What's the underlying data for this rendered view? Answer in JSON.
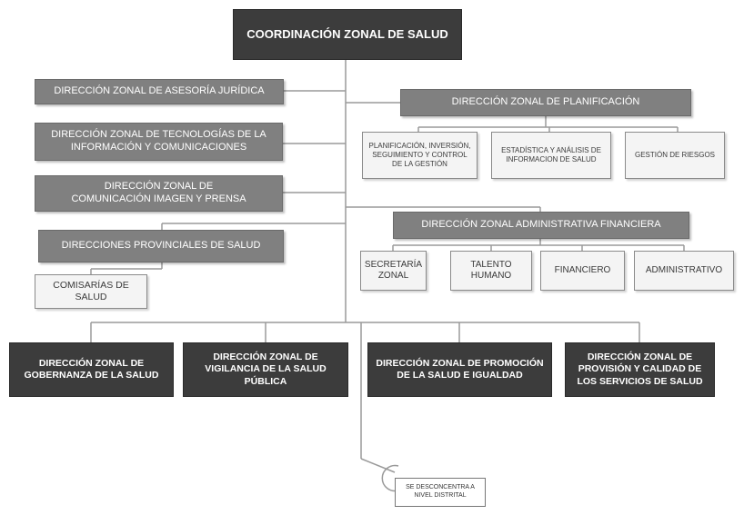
{
  "org_chart": {
    "root": "COORDINACIÓN ZONAL DE SALUD",
    "left_column": {
      "asesoria": "DIRECCIÓN ZONAL DE ASESORÍA JURÍDICA",
      "tecnologias": "DIRECCIÓN ZONAL DE TECNOLOGÍAS DE LA INFORMACIÓN Y COMUNICACIONES",
      "comunicacion": "DIRECCIÓN ZONAL DE COMUNICACIÓN IMAGEN Y PRENSA",
      "provinciales": "DIRECCIONES PROVINCIALES DE SALUD",
      "comisarias": "COMISARÍAS DE SALUD"
    },
    "planificacion": {
      "title": "DIRECCIÓN ZONAL DE PLANIFICACIÓN",
      "units": [
        "PLANIFICACIÓN, INVERSIÓN, SEGUIMIENTO Y CONTROL DE LA GESTIÓN",
        "ESTADÍSTICA Y ANÁLISIS DE INFORMACION DE SALUD",
        "GESTIÓN DE RIESGOS"
      ]
    },
    "administrativa": {
      "title": "DIRECCIÓN ZONAL ADMINISTRATIVA FINANCIERA",
      "units": [
        "SECRETARÍA ZONAL",
        "TALENTO HUMANO",
        "FINANCIERO",
        "ADMINISTRATIVO"
      ]
    },
    "bottom_row": [
      "DIRECCIÓN ZONAL DE GOBERNANZA DE LA SALUD",
      "DIRECCIÓN ZONAL DE VIGILANCIA DE LA SALUD PÚBLICA",
      "DIRECCIÓN ZONAL DE PROMOCIÓN DE LA SALUD E IGUALDAD",
      "DIRECCIÓN ZONAL DE PROVISIÓN Y CALIDAD DE LOS SERVICIOS DE SALUD"
    ],
    "note": "SE DESCONCENTRA A NIVEL DISTRITAL"
  },
  "colors": {
    "dark_box": "#3c3c3c",
    "mid_box": "#808080",
    "light_box": "#f4f4f4",
    "connector": "#9a9a9a"
  }
}
